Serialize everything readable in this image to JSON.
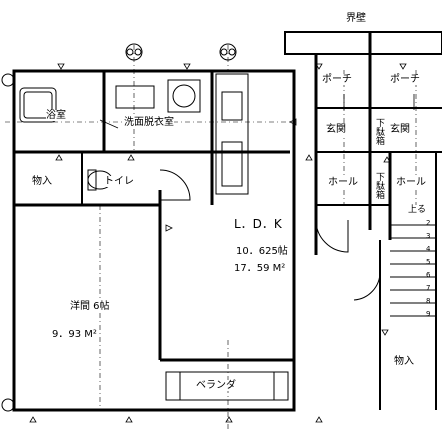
{
  "rooms": {
    "partition_wall": "界壁",
    "porch_1": "ポーチ",
    "porch_2": "ポーチ",
    "genkan_1": "玄関",
    "genkan_2": "玄関",
    "getabako_1": "下駄箱",
    "getabako_2": "下駄箱",
    "hall_1": "ホール",
    "hall_2": "ホール",
    "bath": "浴室",
    "washroom": "洗面脱衣室",
    "storage": "物入",
    "toilet": "トイレ",
    "ldk_title": "L．D．K",
    "ldk_tatami": "10．625帖",
    "ldk_area": "17．59 M²",
    "western_room": "洋間 6帖",
    "western_area": "9．93 M²",
    "veranda": "ベランダ",
    "storage_2": "物入",
    "stair_up": "上る"
  },
  "stair_numbers": [
    "2",
    "3",
    "4",
    "5",
    "6",
    "7",
    "8",
    "9"
  ]
}
